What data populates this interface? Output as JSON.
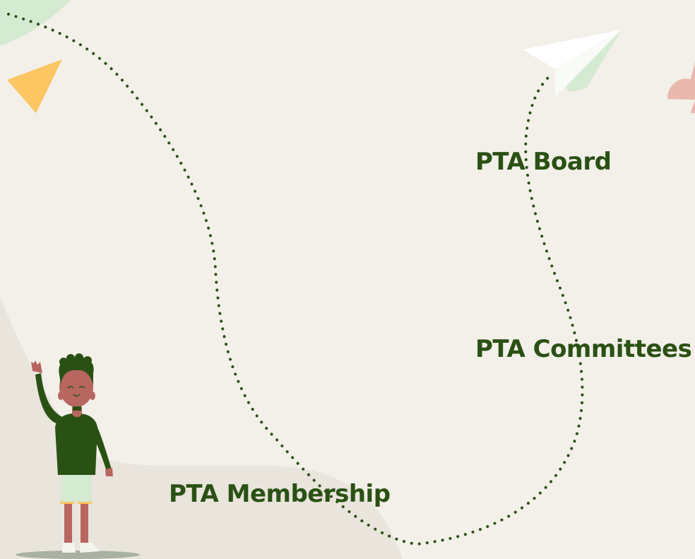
{
  "nav": {
    "board_label": "PTA Board",
    "committees_label": "PTA Committees",
    "membership_label": "PTA Membership"
  },
  "colors": {
    "background": "#f3efe9",
    "accent_green": "#2a5114",
    "triangle_yellow": "#fcc662",
    "blob_green": "#d4ead1",
    "cloud_pink": "#e8b8ac",
    "hill_beige": "#e9e4dc"
  },
  "icons": {
    "paper_plane": "paper-plane-icon",
    "triangle": "triangle-icon",
    "cloud": "cloud-icon",
    "character": "waving-person-illustration"
  }
}
